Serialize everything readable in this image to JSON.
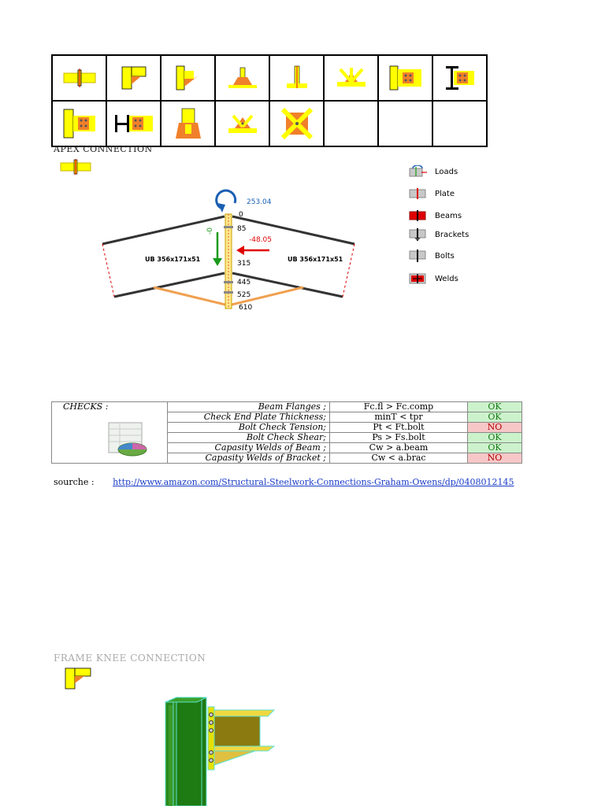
{
  "connection_icons": [
    {
      "name": "apex-icon"
    },
    {
      "name": "frame-knee-icon"
    },
    {
      "name": "haunch-icon"
    },
    {
      "name": "base-plate-icon"
    },
    {
      "name": "column-splice-icon"
    },
    {
      "name": "bracing-icon"
    },
    {
      "name": "beam-column-flange-icon"
    },
    {
      "name": "beam-column-web-icon"
    },
    {
      "name": "end-plate-icon"
    },
    {
      "name": "web-cleat-icon"
    },
    {
      "name": "column-base-icon"
    },
    {
      "name": "gusset-icon"
    },
    {
      "name": "cross-bracing-icon"
    }
  ],
  "apex": {
    "title": "APEX CONNECTION",
    "moment": "253.04",
    "shear": "-48.05",
    "axial": "-0",
    "dims": [
      "0",
      "85",
      "315",
      "445",
      "525",
      "610"
    ],
    "left_beam": "UB 356x171x51",
    "right_beam": "UB 356x171x51"
  },
  "legend": [
    {
      "label": "Loads"
    },
    {
      "label": "Plate"
    },
    {
      "label": "Beams"
    },
    {
      "label": "Brackets"
    },
    {
      "label": "Bolts"
    },
    {
      "label": "Welds"
    }
  ],
  "checks": {
    "header": "CHECKS :",
    "rows": [
      {
        "label": "Beam Flanges ;",
        "cond": "Fc.fl > Fc.comp",
        "result": "OK"
      },
      {
        "label": "Check End Plate Thickness;",
        "cond": "minT < tpr",
        "result": "OK"
      },
      {
        "label": "Bolt Check Tension;",
        "cond": "Pt < Ft.bolt",
        "result": "NO"
      },
      {
        "label": "Bolt Check Shear;",
        "cond": "Ps > Fs.bolt",
        "result": "OK"
      },
      {
        "label": "Capasity Welds of Beam ;",
        "cond": "Cw > a.beam",
        "result": "OK"
      },
      {
        "label": "Capasity Welds of Bracket ;",
        "cond": "Cw < a.brac",
        "result": "NO"
      }
    ]
  },
  "source": {
    "label": "sourche  :",
    "url": "http://www.amazon.com/Structural-Steelwork-Connections-Graham-Owens/dp/0408012145"
  },
  "knee": {
    "title": "FRAME KNEE CONNECTION"
  },
  "colors": {
    "yellow": "#ffff00",
    "orange": "#f0802a",
    "green_steel": "#1e7a12",
    "ok_bg": "#ccf2cc",
    "no_bg": "#f7c7c7"
  }
}
